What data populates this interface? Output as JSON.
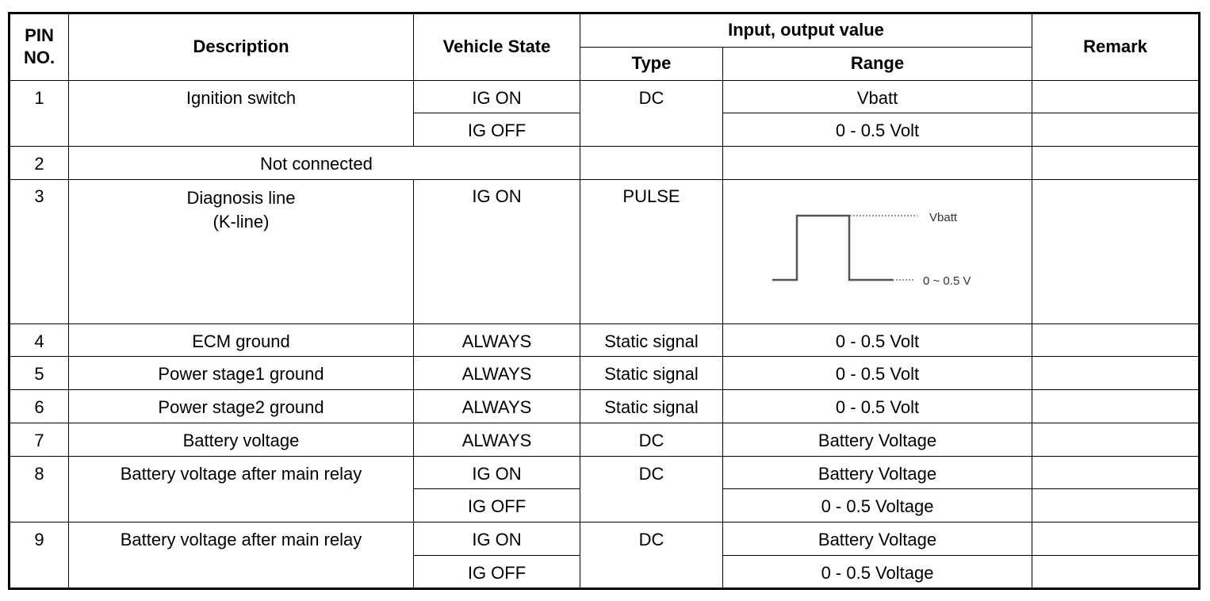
{
  "headers": {
    "pin_line1": "PIN",
    "pin_line2": "NO.",
    "description": "Description",
    "vehicle_state": "Vehicle State",
    "io_value": "Input, output value",
    "type": "Type",
    "range": "Range",
    "remark": "Remark"
  },
  "rows": [
    {
      "pin": "1",
      "description": "Ignition switch",
      "states": [
        "IG ON",
        "IG OFF"
      ],
      "type": "DC",
      "ranges": [
        "Vbatt",
        "0 - 0.5 Volt"
      ],
      "remark": ""
    },
    {
      "pin": "2",
      "description": "Not connected",
      "type": "",
      "range": "",
      "remark": ""
    },
    {
      "pin": "3",
      "description_line1": "Diagnosis line",
      "description_line2": "(K-line)",
      "state": "IG ON",
      "type": "PULSE",
      "wave_high": "Vbatt",
      "wave_low": "0 ~ 0.5 V",
      "remark": ""
    },
    {
      "pin": "4",
      "description": "ECM ground",
      "state": "ALWAYS",
      "type": "Static signal",
      "range": "0 - 0.5 Volt",
      "remark": ""
    },
    {
      "pin": "5",
      "description": "Power stage1 ground",
      "state": "ALWAYS",
      "type": "Static signal",
      "range": "0 - 0.5 Volt",
      "remark": ""
    },
    {
      "pin": "6",
      "description": "Power stage2 ground",
      "state": "ALWAYS",
      "type": "Static signal",
      "range": "0 - 0.5 Volt",
      "remark": ""
    },
    {
      "pin": "7",
      "description": "Battery voltage",
      "state": "ALWAYS",
      "type": "DC",
      "range": "Battery Voltage",
      "remark": ""
    },
    {
      "pin": "8",
      "description": "Battery voltage after main relay",
      "states": [
        "IG ON",
        "IG OFF"
      ],
      "type": "DC",
      "ranges": [
        "Battery Voltage",
        "0 - 0.5 Voltage"
      ],
      "remark": ""
    },
    {
      "pin": "9",
      "description": "Battery voltage after main relay",
      "states": [
        "IG ON",
        "IG OFF"
      ],
      "type": "DC",
      "ranges": [
        "Battery Voltage",
        "0 - 0.5 Voltage"
      ],
      "remark": ""
    }
  ]
}
